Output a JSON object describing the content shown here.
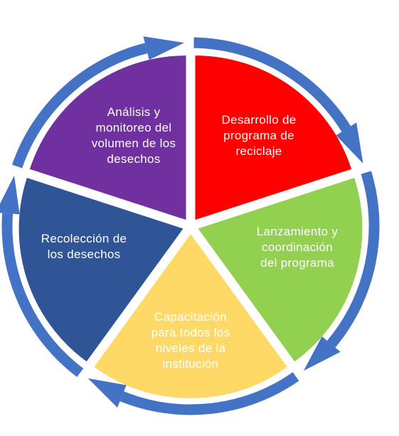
{
  "diagram": {
    "type": "cycle",
    "arrow_color": "#4472C4",
    "segments": [
      {
        "id": "analisis",
        "lines": [
          "Análisis y",
          "monitoreo del",
          "volumen de los",
          "desechos"
        ],
        "color": "#FF0000"
      },
      {
        "id": "desarrollo",
        "lines": [
          "Desarrollo de",
          "programa de",
          "reciclaje"
        ],
        "color": "#92D050"
      },
      {
        "id": "lanzamiento",
        "lines": [
          "Lanzamiento y",
          "coordinación",
          "del programa"
        ],
        "color": "#FFD966"
      },
      {
        "id": "capacitacion",
        "lines": [
          "Capacitación",
          "para todos los",
          "niveles de la",
          "institución"
        ],
        "color": "#2F5597"
      },
      {
        "id": "recoleccion",
        "lines": [
          "Recolección de",
          "los desechos"
        ],
        "color": "#7030A0"
      }
    ]
  }
}
